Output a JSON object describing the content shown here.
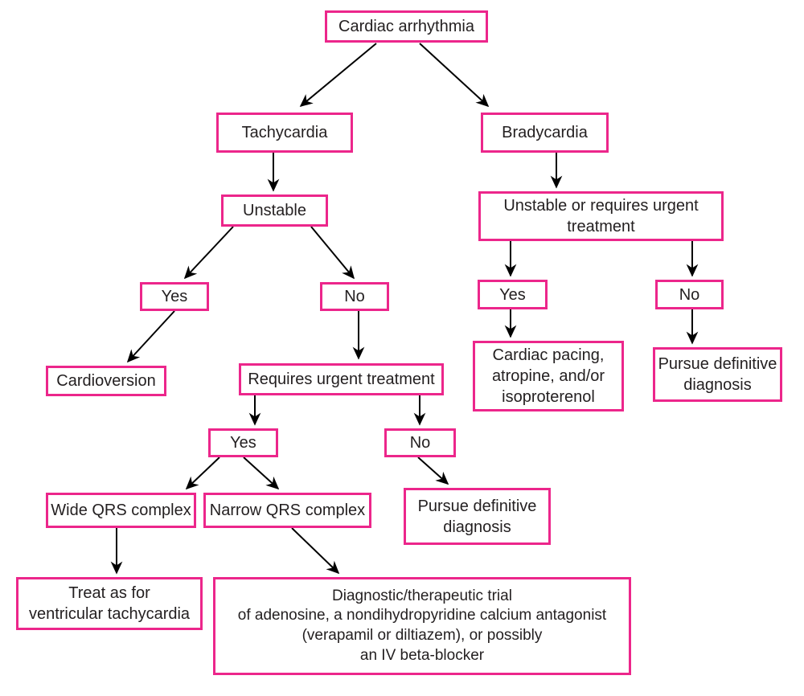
{
  "diagram": {
    "type": "flowchart",
    "topic": "Cardiac arrhythmia management decision tree",
    "colors": {
      "box_border": "#EC268B",
      "text": "#231F20",
      "arrow": "#000000",
      "background": "#FFFFFF"
    },
    "nodes": {
      "cardiac_arrhythmia": {
        "label": "Cardiac arrhythmia"
      },
      "tachycardia": {
        "label": "Tachycardia"
      },
      "bradycardia": {
        "label": "Bradycardia"
      },
      "unstable": {
        "label": "Unstable"
      },
      "tachy_yes": {
        "label": "Yes"
      },
      "tachy_no": {
        "label": "No"
      },
      "cardioversion": {
        "label": "Cardioversion"
      },
      "requires_urgent_treatment": {
        "label": "Requires urgent treatment"
      },
      "rut_yes": {
        "label": "Yes"
      },
      "rut_no": {
        "label": "No"
      },
      "wide_qrs": {
        "label": "Wide QRS complex"
      },
      "narrow_qrs": {
        "label": "Narrow QRS complex"
      },
      "pursue_definitive_mid": {
        "label": "Pursue definitive\ndiagnosis"
      },
      "treat_vt": {
        "label": "Treat as for\nventricular tachycardia"
      },
      "diagnostic_trial": {
        "label": "Diagnostic/therapeutic trial\nof adenosine, a nondihydropyridine calcium antagonist\n(verapamil or diltiazem), or possibly\nan IV beta-blocker"
      },
      "unstable_or_urgent": {
        "label": "Unstable or requires urgent\ntreatment"
      },
      "brady_yes": {
        "label": "Yes"
      },
      "brady_no": {
        "label": "No"
      },
      "cardiac_pacing": {
        "label": "Cardiac pacing,\natropine, and/or\nisoproterenol"
      },
      "pursue_definitive_right": {
        "label": "Pursue definitive\ndiagnosis"
      }
    },
    "edges": [
      {
        "from": "cardiac_arrhythmia",
        "to": "tachycardia"
      },
      {
        "from": "cardiac_arrhythmia",
        "to": "bradycardia"
      },
      {
        "from": "tachycardia",
        "to": "unstable"
      },
      {
        "from": "unstable",
        "to": "tachy_yes"
      },
      {
        "from": "unstable",
        "to": "tachy_no"
      },
      {
        "from": "tachy_yes",
        "to": "cardioversion"
      },
      {
        "from": "tachy_no",
        "to": "requires_urgent_treatment"
      },
      {
        "from": "requires_urgent_treatment",
        "to": "rut_yes"
      },
      {
        "from": "requires_urgent_treatment",
        "to": "rut_no"
      },
      {
        "from": "rut_yes",
        "to": "wide_qrs"
      },
      {
        "from": "rut_yes",
        "to": "narrow_qrs"
      },
      {
        "from": "rut_no",
        "to": "pursue_definitive_mid"
      },
      {
        "from": "wide_qrs",
        "to": "treat_vt"
      },
      {
        "from": "narrow_qrs",
        "to": "diagnostic_trial"
      },
      {
        "from": "bradycardia",
        "to": "unstable_or_urgent"
      },
      {
        "from": "unstable_or_urgent",
        "to": "brady_yes"
      },
      {
        "from": "unstable_or_urgent",
        "to": "brady_no"
      },
      {
        "from": "brady_yes",
        "to": "cardiac_pacing"
      },
      {
        "from": "brady_no",
        "to": "pursue_definitive_right"
      }
    ]
  }
}
